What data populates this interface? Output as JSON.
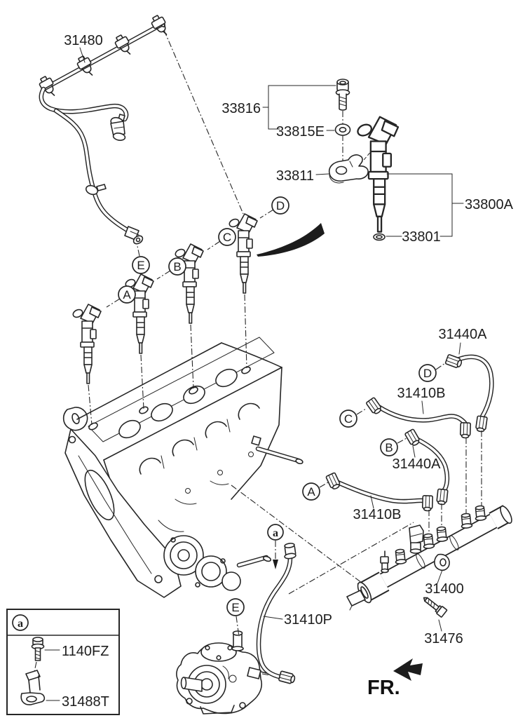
{
  "figure": {
    "type": "parts-diagram",
    "subject": "Engine fuel injection system exploded diagram",
    "background": "#ffffff",
    "line_color": "#262626"
  },
  "labels": {
    "rail_return": "31480",
    "clamp_bolt": "33816",
    "washer": "33815E",
    "injector_clamp": "33811",
    "injector_assembly": "33800A",
    "injector_oring": "33801",
    "pipe_d": "31440A",
    "pipe_c": "31410B",
    "pipe_b": "31440A",
    "pipe_a": "31410B",
    "fuel_rail": "31400",
    "rail_bolt": "31476",
    "pump_pipe": "31410P",
    "legend_bolt": "1140FZ",
    "legend_bracket": "31488T"
  },
  "callouts": {
    "A": "A",
    "B": "B",
    "C": "C",
    "D": "D",
    "E": "E",
    "detail": "a"
  },
  "direction": {
    "label": "FR."
  },
  "icons": {
    "fr_arrow": "solid-left-arrow",
    "detail_pointer": "down-arrowhead",
    "assembly_swoosh": "curved-motion-stroke"
  }
}
